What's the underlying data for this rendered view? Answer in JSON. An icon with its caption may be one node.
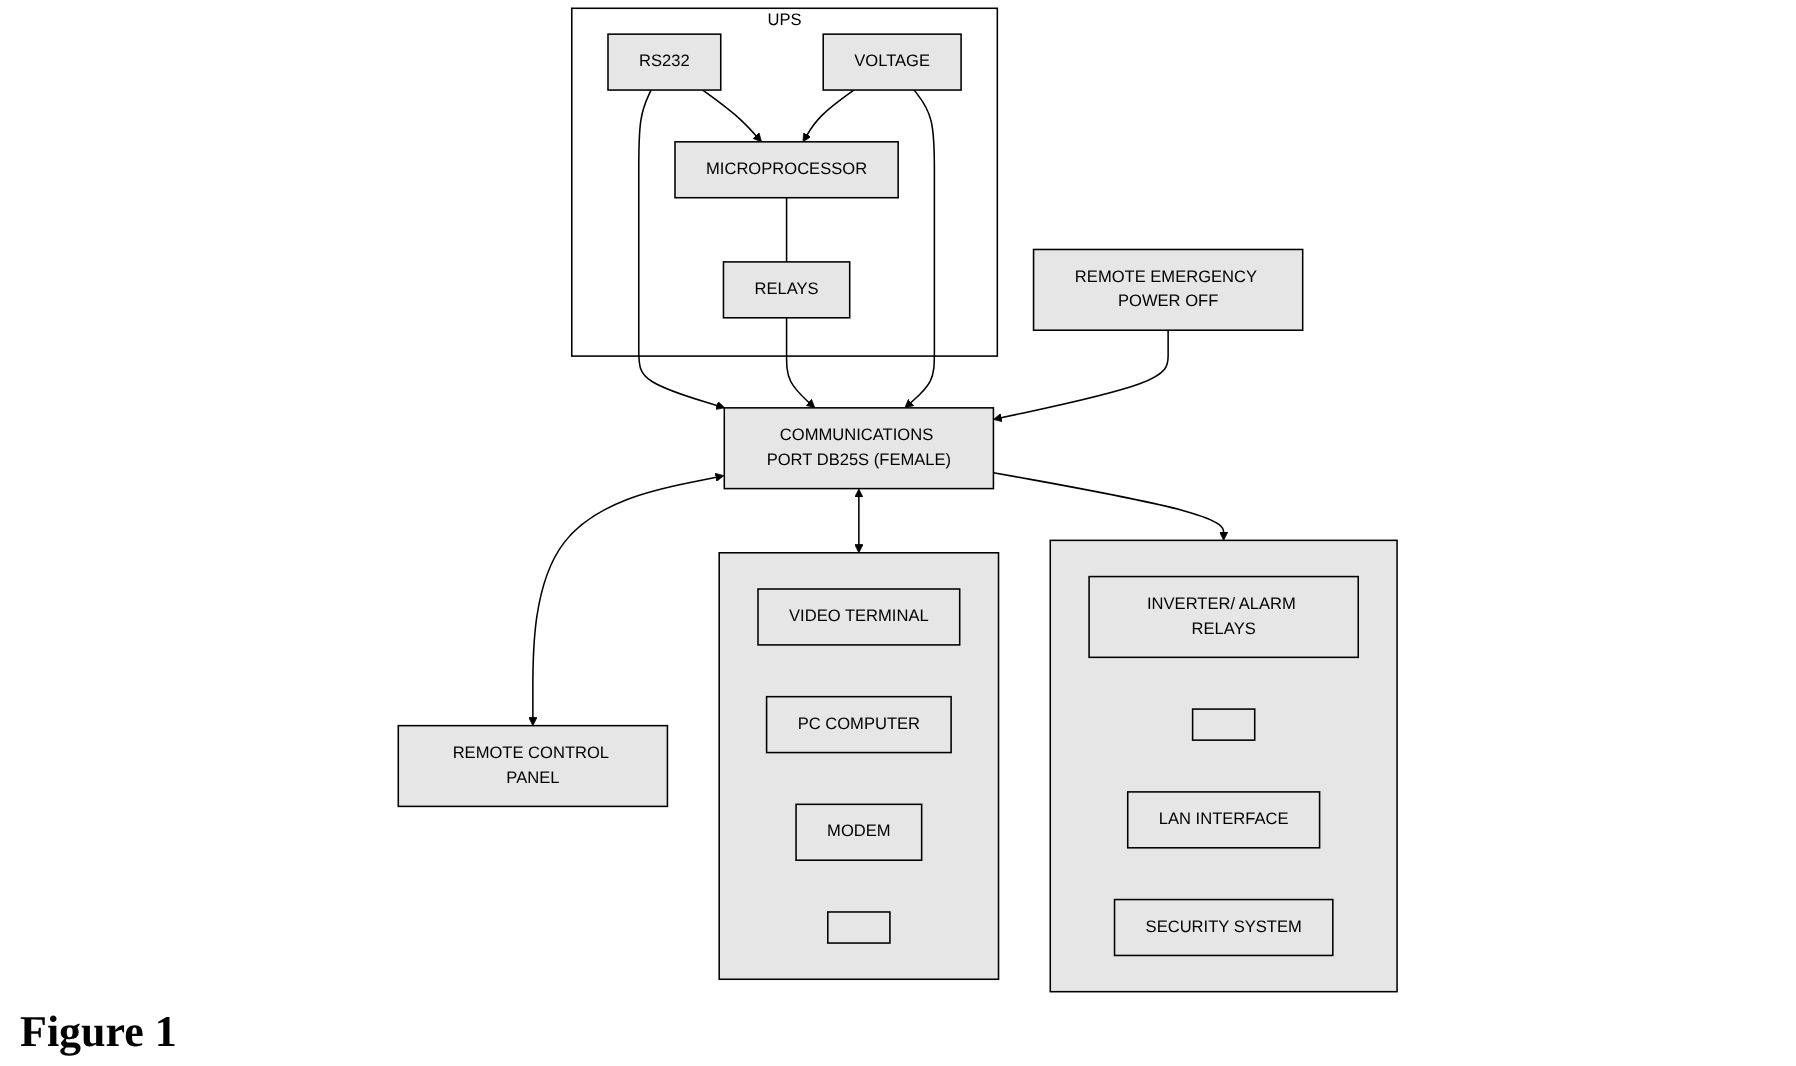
{
  "diagram": {
    "caption": "Figure 1",
    "nodes": [
      {
        "text": [
          "UPS"
        ]
      },
      {
        "text": [
          "MICROPROCESSOR"
        ],
        "in": 0
      },
      {
        "text": [
          "RS232"
        ],
        "in": 0
      },
      {
        "text": [
          "RELAYS"
        ],
        "in": 0
      },
      {
        "text": [
          "VOLTAGE"
        ],
        "in": 0
      },
      {
        "text": [
          "COMMUNICATIONS PORT DB25S (FEMALE)"
        ]
      },
      {
        "text": [
          "REMOTE CONTROL PANEL"
        ]
      },
      {
        "text": [],
        "shape": "box"
      },
      {
        "text": [
          "VIDEO TERMINAL"
        ],
        "in": 7
      },
      {
        "text": [
          "PC COMPUTER"
        ],
        "in": 7
      },
      {
        "text": [
          "MODEM"
        ],
        "in": 7
      },
      {
        "text": [],
        "shape": "box",
        "in": 7
      },
      {
        "text": [],
        "shape": "box"
      },
      {
        "text": [
          "INVERTER/ ALARM RELAYS"
        ],
        "in": 12
      },
      {
        "text": [],
        "shape": "box",
        "in": 12
      },
      {
        "text": [
          "LAN INTERFACE"
        ],
        "in": 12
      },
      {
        "text": [
          "SECURITY SYSTEM"
        ],
        "in": 12
      },
      {
        "text": [
          "REMOTE EMERGENCY POWER OFF"
        ]
      }
    ],
    "edges": [
      {
        "from": 2,
        "to": 1,
        "arrow": "to"
      },
      {
        "from": 2,
        "to": 5,
        "arrow": "to"
      },
      {
        "from": 1,
        "to": 3,
        "arrow": "none"
      },
      {
        "from": 3,
        "to": 5,
        "arrow": "to"
      },
      {
        "from": 4,
        "to": 1,
        "arrow": "to"
      },
      {
        "from": 4,
        "to": 5,
        "arrow": "to"
      },
      {
        "from": 5,
        "to": 6,
        "arrow": "both"
      },
      {
        "from": 5,
        "to": 7,
        "arrow": "both"
      },
      {
        "from": 5,
        "to": 12,
        "arrow": "to"
      },
      {
        "from": 17,
        "to": 5,
        "arrow": "to"
      }
    ]
  }
}
